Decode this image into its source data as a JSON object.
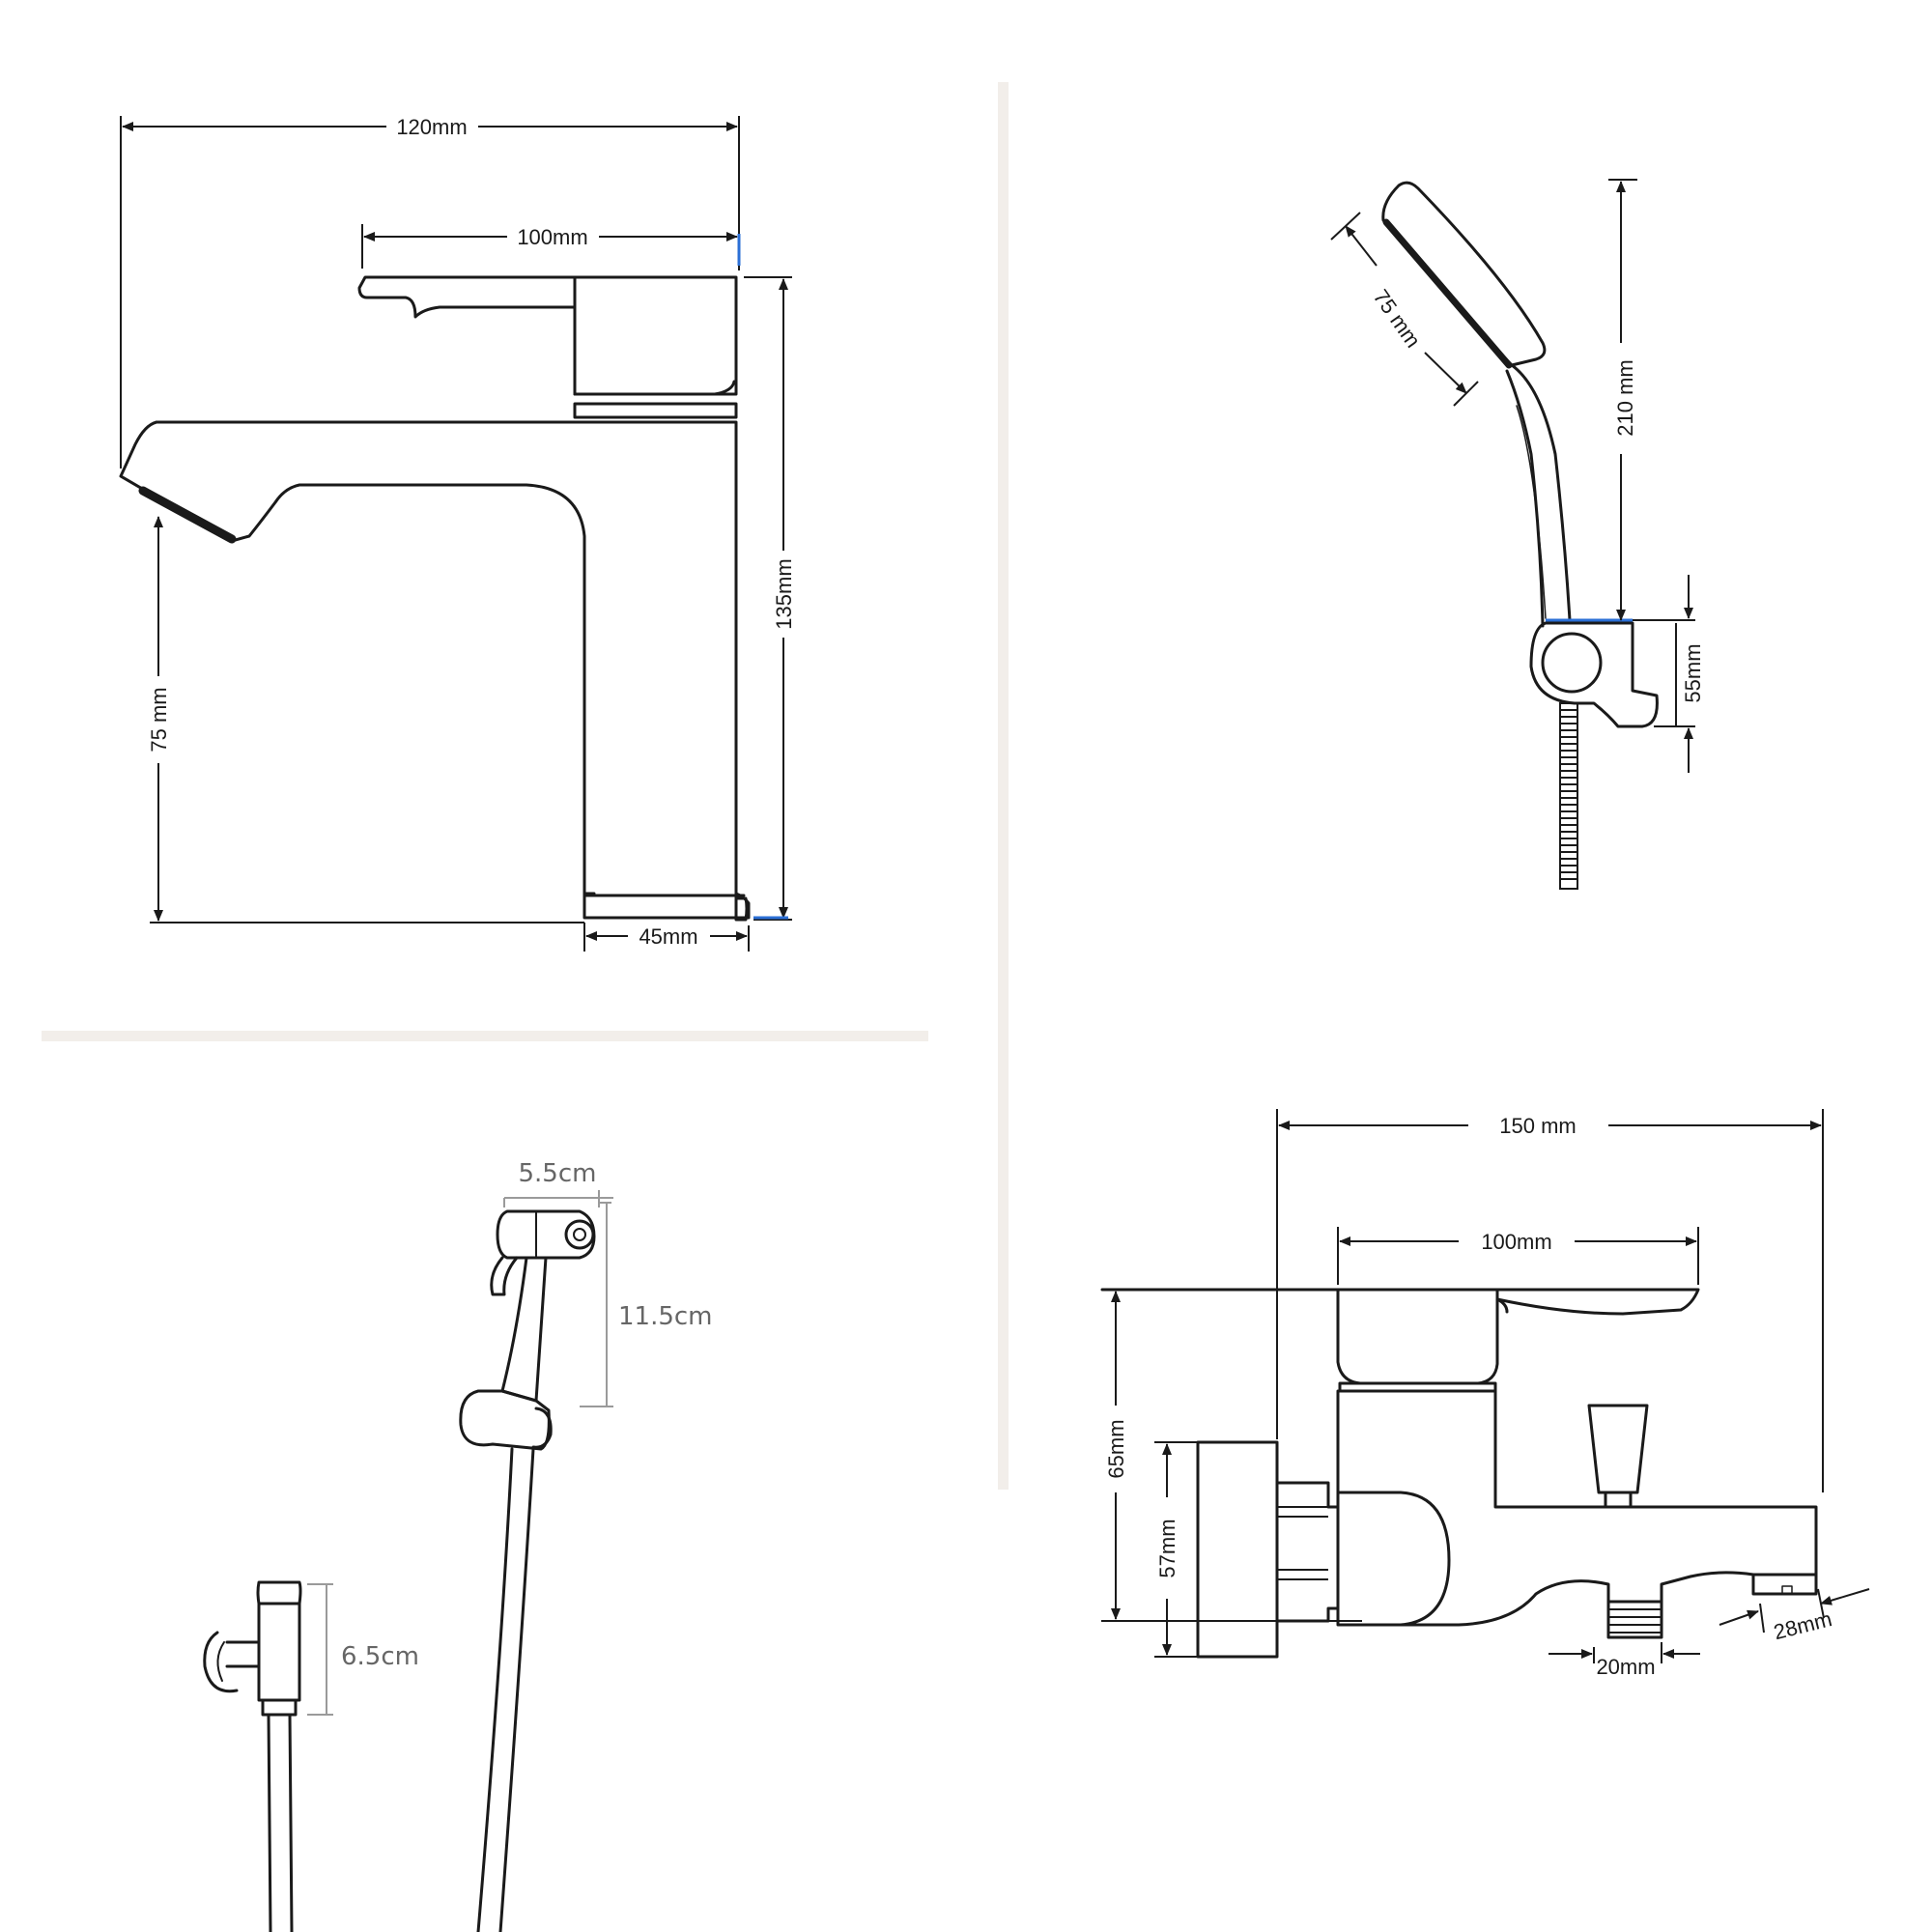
{
  "basin_faucet": {
    "overall_width": "120mm",
    "handle_width": "100mm",
    "total_height": "135mm",
    "spout_height": "75 mm",
    "base_width": "45mm"
  },
  "hand_shower": {
    "head_width": "75 mm",
    "length": "210 mm",
    "holder_height": "55mm"
  },
  "bidet_sprayer": {
    "head_width": "5.5cm",
    "sprayer_height": "11.5cm",
    "valve_height": "6.5cm"
  },
  "bath_mixer": {
    "overall_width": "150 mm",
    "handle_width": "100mm",
    "height": "65mm",
    "flange_height": "57mm",
    "outlet_width": "20mm",
    "spout_width": "28mm"
  },
  "colors": {
    "line": "#1a1a1a",
    "divider": "#f2eeea",
    "gray_dims": "#9a9a9a",
    "accent_blue": "#2b6fd6"
  }
}
